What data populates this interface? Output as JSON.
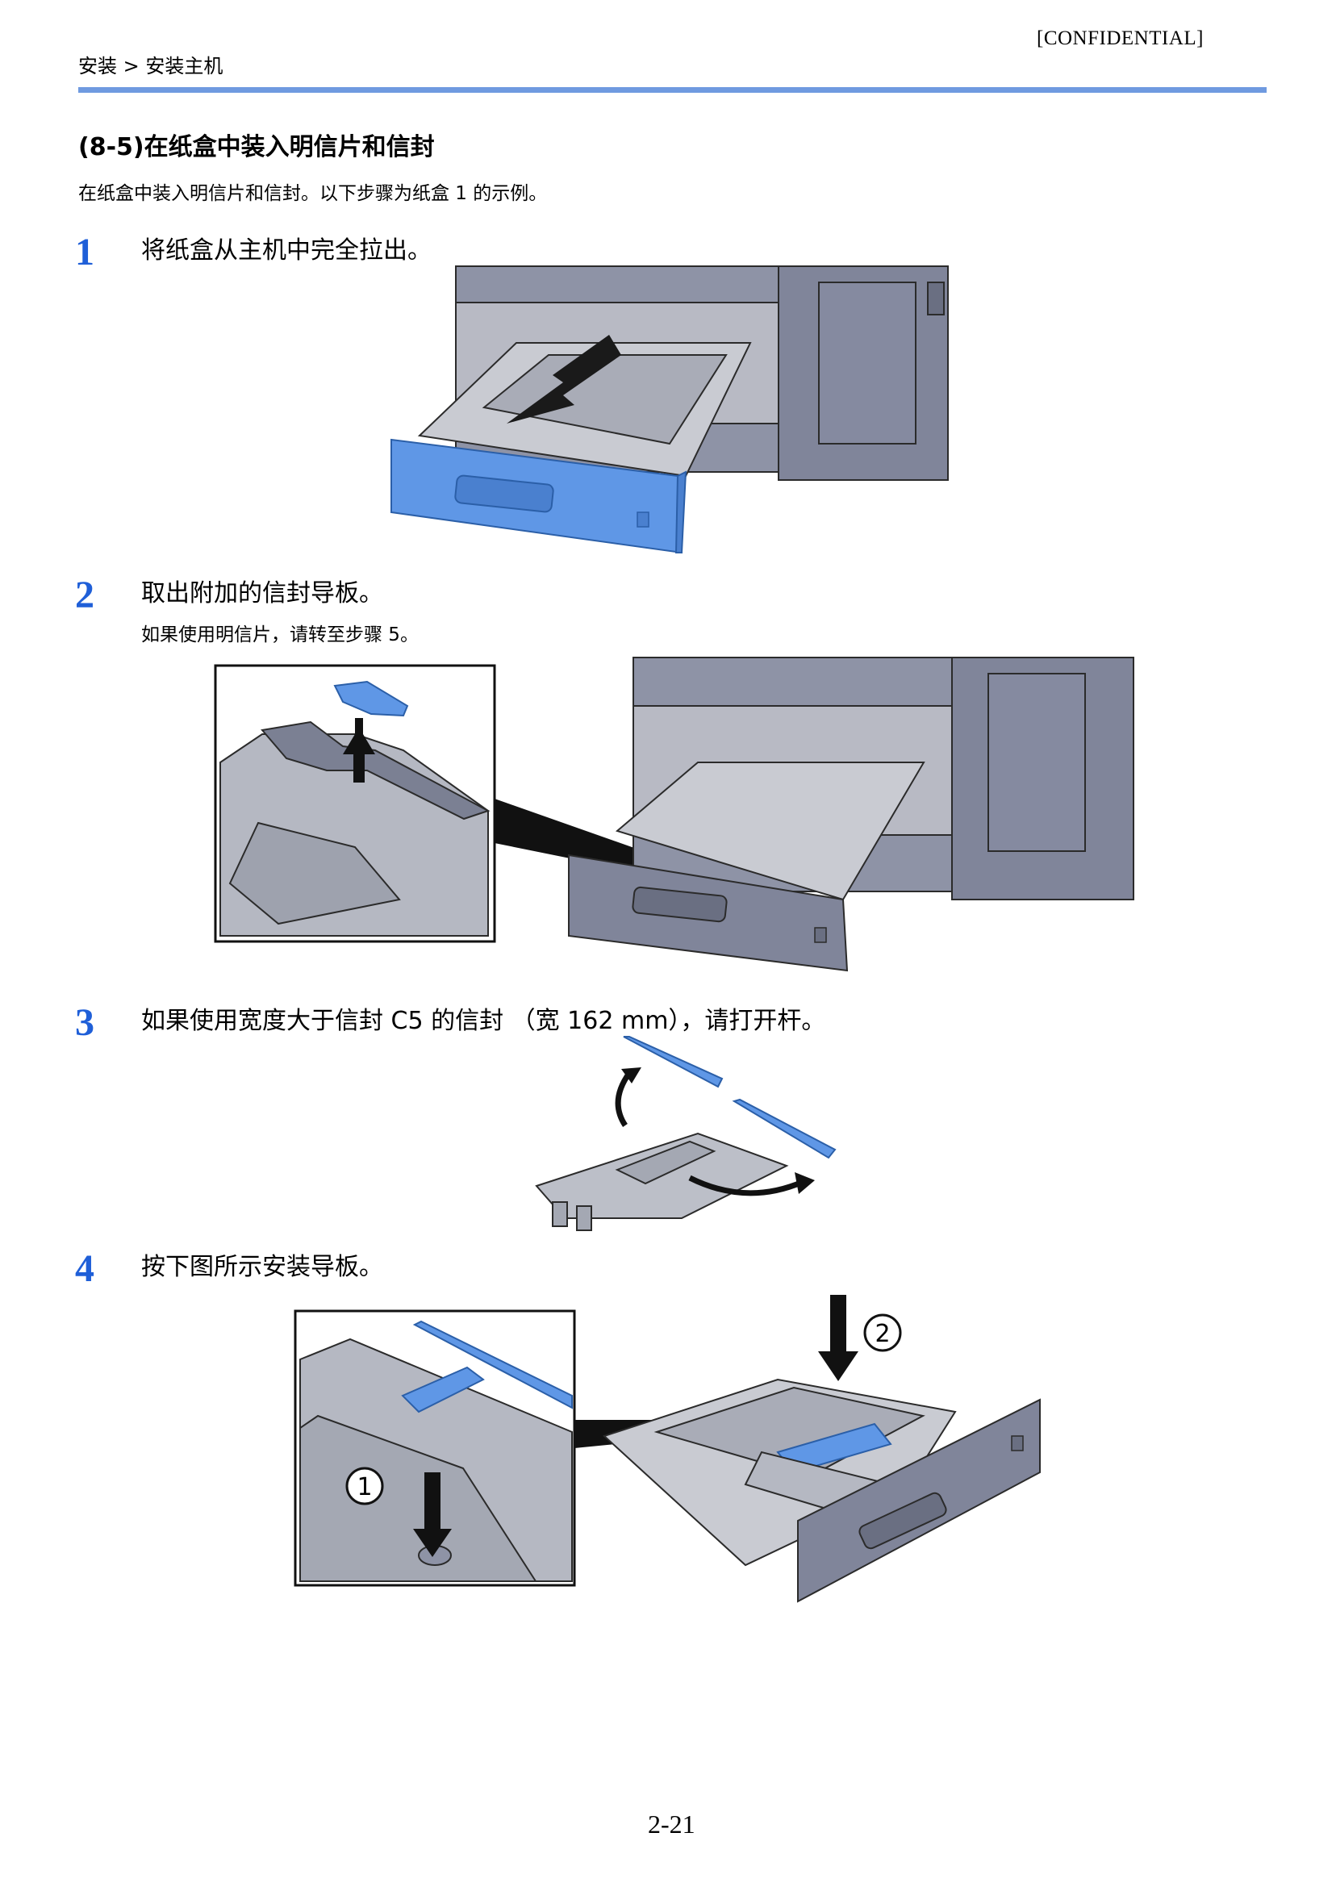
{
  "header": {
    "confidential": "[CONFIDENTIAL]",
    "breadcrumb": "安装 > 安装主机"
  },
  "section": {
    "title": "(8-5)在纸盒中装入明信片和信封",
    "description": "在纸盒中装入明信片和信封。以下步骤为纸盒 1 的示例。"
  },
  "steps": [
    {
      "number": "1",
      "text": "将纸盒从主机中完全拉出。"
    },
    {
      "number": "2",
      "text": "取出附加的信封导板。",
      "note": "如果使用明信片，请转至步骤 5。"
    },
    {
      "number": "3",
      "text": "如果使用宽度大于信封 C5 的信封 （宽 162 mm），请打开杆。"
    },
    {
      "number": "4",
      "text": "按下图所示安装导板。"
    }
  ],
  "callouts": {
    "one": "1",
    "two": "2"
  },
  "page_number": "2-21",
  "colors": {
    "accent_rule": "#6f9ae0",
    "step_number": "#1f5fd8",
    "part_blue": "#5f97e6",
    "printer_gray": "#8e93a6"
  }
}
